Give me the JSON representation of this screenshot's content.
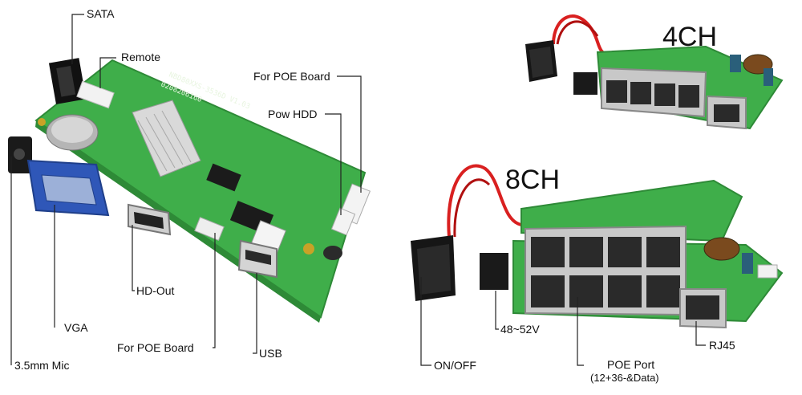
{
  "nvr_board": {
    "silkscreen_model": "NBD80XXS-3536D V1.03",
    "silkscreen_date": "0208206160",
    "labels": {
      "sata": "SATA",
      "remote": "Remote",
      "for_poe_board_top": "For POE Board",
      "pow_hdd": "Pow HDD",
      "hd_out": "HD-Out",
      "vga": "VGA",
      "for_poe_board_bottom": "For POE Board",
      "usb": "USB",
      "mic": "3.5mm Mic"
    }
  },
  "poe_4ch": {
    "title": "4CH"
  },
  "poe_8ch": {
    "title": "8CH",
    "labels": {
      "on_off": "ON/OFF",
      "power_input": "48~52V",
      "poe_port": "POE Port",
      "poe_port_detail": "(12+36-&Data)",
      "rj45": "RJ45"
    }
  },
  "colors": {
    "pcb_green": "#3fae4a",
    "pcb_dark": "#2e8a37",
    "vga_blue": "#2f57b8",
    "switch_black": "#161616",
    "cable_red": "#d92020",
    "leader_line": "#222222"
  }
}
